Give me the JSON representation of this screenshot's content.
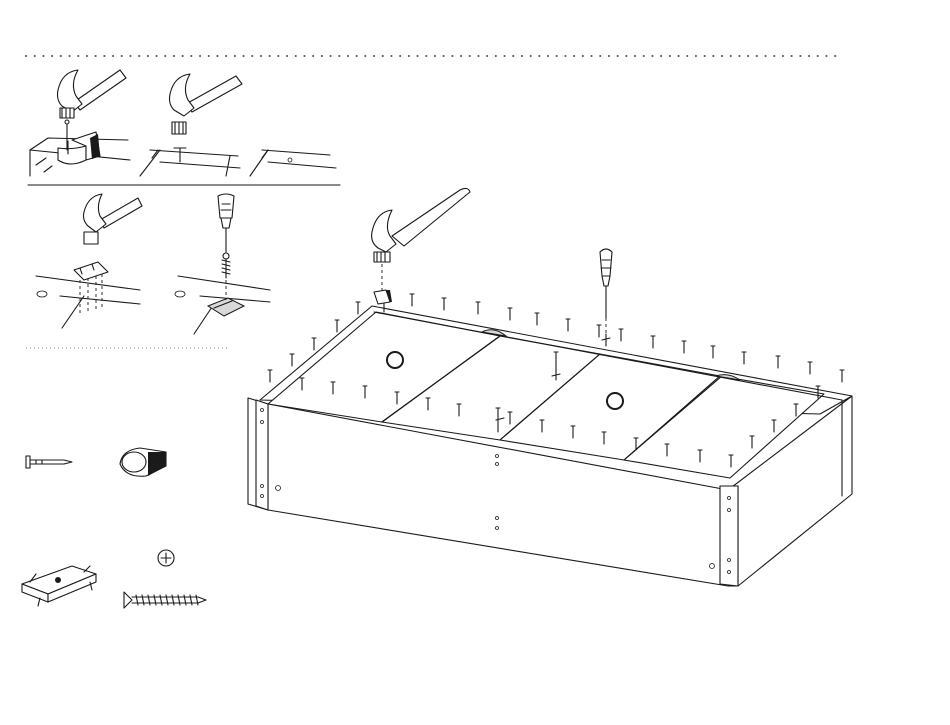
{
  "page": {
    "title": "",
    "kind": "furniture assembly instruction sheet",
    "background": "#ffffff",
    "ink": "#1a1a1a"
  },
  "steps": [
    {
      "id": "nail-with-guide",
      "tool": "hammer-icon"
    },
    {
      "id": "nail-flush",
      "tool": "hammer-icon"
    },
    {
      "id": "nail-done",
      "tool": ""
    },
    {
      "id": "clip-hammer",
      "tool": "hammer-icon"
    },
    {
      "id": "clip-screw",
      "tool": "screwdriver-icon"
    }
  ],
  "parts_legend": [
    "nail-icon",
    "nail-guide-icon",
    "connector-clip-icon",
    "screw-head-icon",
    "screw-icon"
  ],
  "main_figure": {
    "tools": [
      "hammer-icon",
      "screwdriver-icon"
    ],
    "panels": 2,
    "marked_circles": 2
  }
}
